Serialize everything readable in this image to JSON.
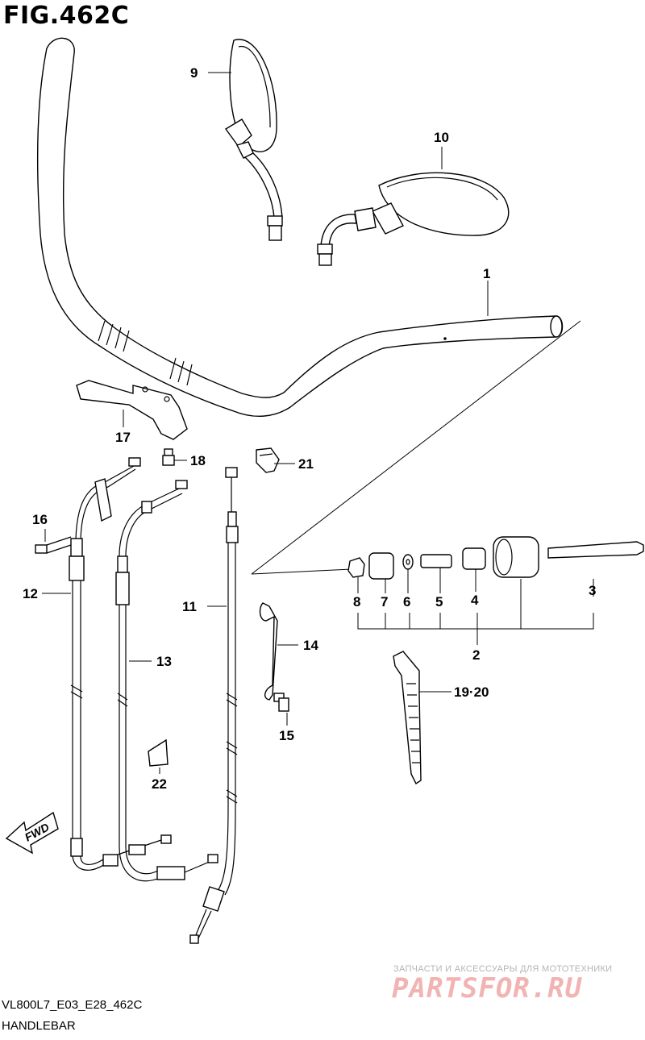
{
  "header": {
    "figure_title": "FIG.462C"
  },
  "footer": {
    "diagram_code": "VL800L7_E03_E28_462C",
    "section_name": "HANDLEBAR"
  },
  "watermark": {
    "tagline": "ЗАПЧАСТИ И АКСЕССУАРЫ ДЛЯ МОТОТЕХНИКИ",
    "brand": "PARTSFOR.RU"
  },
  "direction_arrow": {
    "label": "FWD"
  },
  "callouts": {
    "c1": "1",
    "c2": "2",
    "c3": "3",
    "c4": "4",
    "c5": "5",
    "c6": "6",
    "c7": "7",
    "c8": "8",
    "c9": "9",
    "c10": "10",
    "c11": "11",
    "c12": "12",
    "c13": "13",
    "c14": "14",
    "c15": "15",
    "c16": "16",
    "c17": "17",
    "c18": "18",
    "c19_20": "19·20",
    "c21": "21",
    "c22": "22"
  },
  "colors": {
    "line": "#000000",
    "background": "#ffffff",
    "watermark_red": "#f2b3b3"
  }
}
